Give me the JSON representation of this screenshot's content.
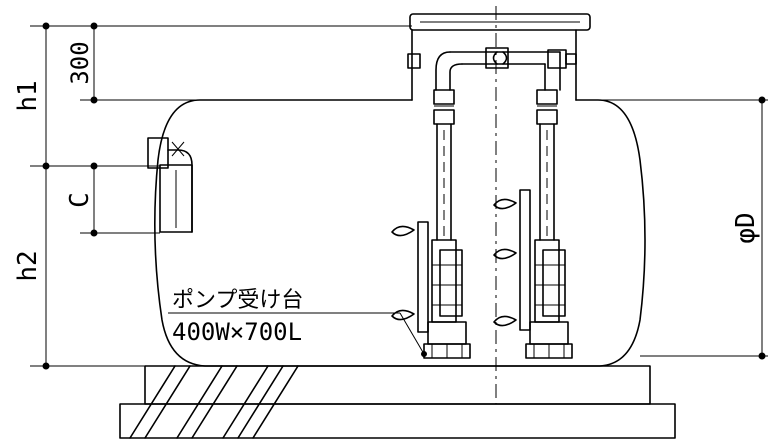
{
  "dimensions": {
    "h1": "h1",
    "dim_300": "300",
    "c": "C",
    "h2": "h2",
    "diameter": "φD"
  },
  "callout": {
    "line1": "ポンプ受け台",
    "line2": "400W×700L"
  }
}
